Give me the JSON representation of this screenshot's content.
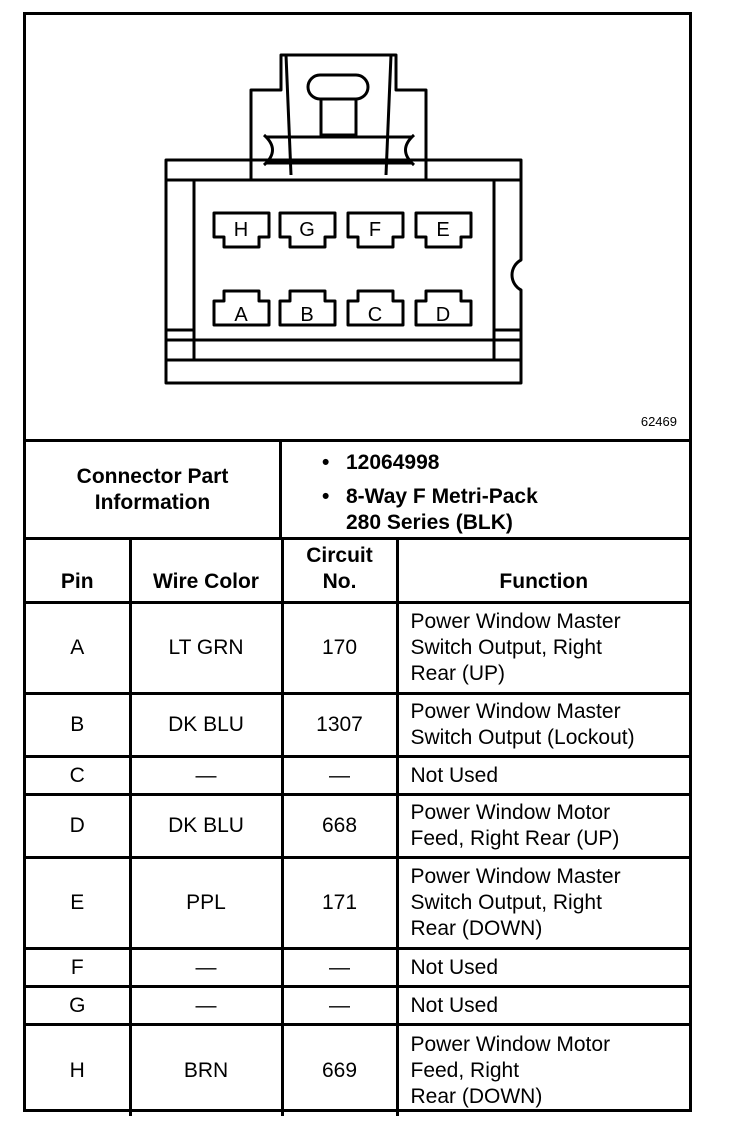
{
  "figure": {
    "number": "62469",
    "pin_labels": [
      "H",
      "G",
      "F",
      "E",
      "A",
      "B",
      "C",
      "D"
    ]
  },
  "connector": {
    "label": "Connector Part Information",
    "bullet": "•",
    "part_number": "12064998",
    "description_line1": "8-Way F Metri-Pack",
    "description_line2": "280 Series (BLK)"
  },
  "table": {
    "headers": {
      "pin": "Pin",
      "wire_color": "Wire Color",
      "circuit_line1": "Circuit",
      "circuit_line2": "No.",
      "function": "Function"
    },
    "rows": [
      {
        "pin": "A",
        "wire": "LT GRN",
        "circuit": "170",
        "function": [
          "Power Window Master",
          "Switch Output, Right",
          "Rear (UP)"
        ]
      },
      {
        "pin": "B",
        "wire": "DK BLU",
        "circuit": "1307",
        "function": [
          "Power Window Master",
          "Switch Output (Lockout)"
        ]
      },
      {
        "pin": "C",
        "wire": "—",
        "circuit": "—",
        "function": [
          "Not Used"
        ]
      },
      {
        "pin": "D",
        "wire": "DK BLU",
        "circuit": "668",
        "function": [
          "Power Window Motor",
          "Feed, Right Rear (UP)"
        ]
      },
      {
        "pin": "E",
        "wire": "PPL",
        "circuit": "171",
        "function": [
          "Power Window Master",
          "Switch Output, Right",
          "Rear (DOWN)"
        ]
      },
      {
        "pin": "F",
        "wire": "—",
        "circuit": "—",
        "function": [
          "Not Used"
        ]
      },
      {
        "pin": "G",
        "wire": "—",
        "circuit": "—",
        "function": [
          "Not Used"
        ]
      },
      {
        "pin": "H",
        "wire": "BRN",
        "circuit": "669",
        "function": [
          "Power Window Motor",
          "Feed, Right",
          "Rear (DOWN)"
        ]
      }
    ]
  }
}
